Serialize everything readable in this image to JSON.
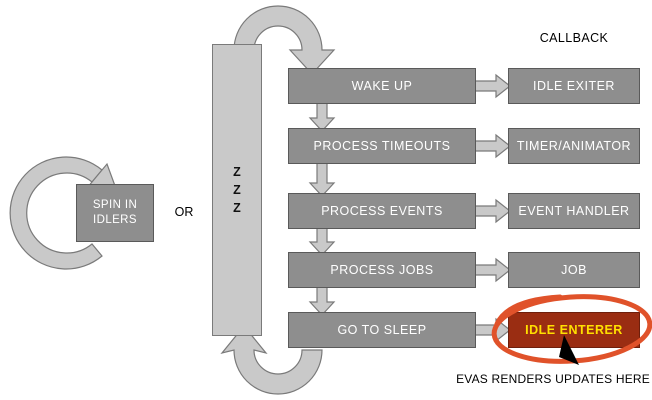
{
  "diagram": {
    "or_label": "OR",
    "spin_box": {
      "line1": "SPIN IN",
      "line2": "IDLERS"
    },
    "sleep_box": {
      "letters": [
        "Z",
        "Z",
        "Z"
      ]
    },
    "callback_header": "CALLBACK",
    "rows": [
      {
        "step": "WAKE UP",
        "callback": "IDLE EXITER"
      },
      {
        "step": "PROCESS TIMEOUTS",
        "callback": "TIMER/ANIMATOR"
      },
      {
        "step": "PROCESS EVENTS",
        "callback": "EVENT HANDLER"
      },
      {
        "step": "PROCESS JOBS",
        "callback": "JOB"
      },
      {
        "step": "GO TO SLEEP",
        "callback": "IDLE ENTERER"
      }
    ],
    "annotation": "EVAS RENDERS UPDATES HERE"
  },
  "colors": {
    "box_gray": "#8e8e8e",
    "box_border": "#5a5a5a",
    "light_gray": "#c9c9c9",
    "arrow_stroke": "#7a7a7a",
    "highlight_bg": "#9a2d12",
    "highlight_text": "#ffe000",
    "accent_orange": "#e0522a",
    "ink": "#000000"
  }
}
